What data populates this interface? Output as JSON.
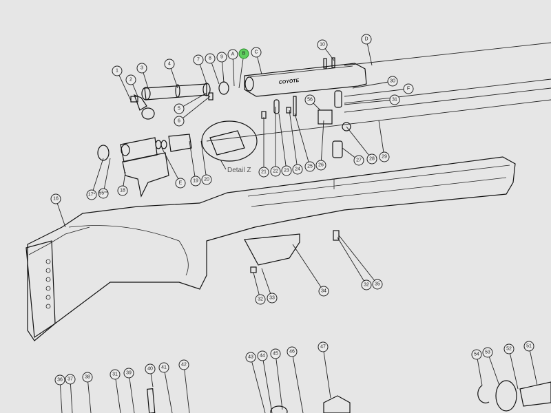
{
  "diagram": {
    "type": "exploded parts diagram",
    "highlight_color": "#4cc94c",
    "detail_label": "Detail Z",
    "brand_mark": "COYOTE",
    "callouts": [
      "1",
      "2",
      "3",
      "4",
      "5",
      "6",
      "7",
      "8",
      "9",
      "A",
      "B",
      "C",
      "10",
      "D",
      "30",
      "F",
      "31",
      "56",
      "21",
      "22",
      "23",
      "24",
      "25",
      "26",
      "27",
      "28",
      "29",
      "19",
      "20",
      "E",
      "17*",
      "55**",
      "18",
      "16",
      "32",
      "35",
      "34",
      "32",
      "33",
      "36",
      "37",
      "38",
      "31",
      "39",
      "40",
      "41",
      "42",
      "43",
      "44",
      "45",
      "46",
      "47",
      "54",
      "53",
      "52",
      "51"
    ],
    "highlighted_callout": "B"
  }
}
